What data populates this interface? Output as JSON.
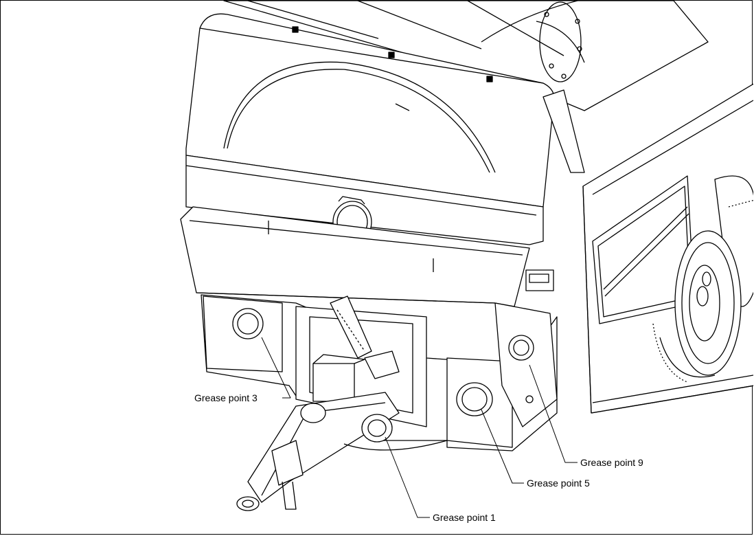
{
  "callouts": {
    "grease_point_3": "Grease point 3",
    "grease_point_9": "Grease point 9",
    "grease_point_5": "Grease point 5",
    "grease_point_1": "Grease point 1"
  },
  "colors": {
    "line": "#000000",
    "fill": "#ffffff",
    "shade": "#e8e8e8"
  }
}
